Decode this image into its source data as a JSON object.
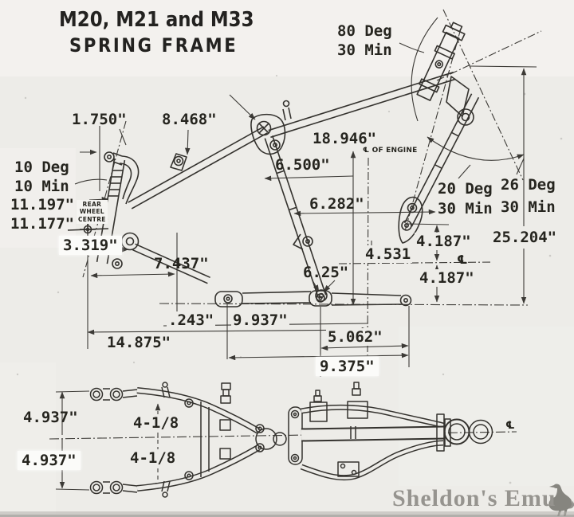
{
  "title": {
    "line1": "M20, M21 and M33",
    "line2": "SPRING FRAME"
  },
  "labels": {
    "head_angle_deg": "80 Deg",
    "head_angle_min": "30 Min",
    "d1750": "1.750\"",
    "d8468": "8.468\"",
    "d18946": "18.946\"",
    "engine_centreline": "℄ OF ENGINE",
    "d6500": "6.500\"",
    "rear_angle_deg": "10 Deg",
    "rear_angle_min": "10 Min",
    "d11197": "11.197\"",
    "d11177": "11.177\"",
    "rear_wheel_centre": "REAR\nWHEEL\nCENTRE",
    "d6282": "6.282\"",
    "angle20_deg": "20 Deg",
    "angle20_min": "30 Min",
    "angle26_deg": "26 Deg",
    "angle26_min": "30 Min",
    "d25204": "25.204\"",
    "d3319": "3.319\"",
    "d7437": "7.437\"",
    "d625": "6.25\"",
    "d4531": "4.531",
    "d4187_upper": "4.187\"",
    "centreline_symbol": "℄",
    "d4187_lower": "4.187\"",
    "d243": ".243\"",
    "d9937": "9.937\"",
    "d14875": "14.875\"",
    "d5062": "5.062\"",
    "d9375": "9.375\"",
    "plan_4937_upper": "4.937\"",
    "plan_418_upper": "4-1/8",
    "plan_4937_lower": "4.937\"",
    "plan_418_lower": "4-1/8",
    "plan_centreline_symbol": "℄"
  },
  "watermark": {
    "text": "Sheldon's Emu",
    "icon": "emu-silhouette"
  },
  "colors": {
    "paper": "#edece8",
    "ink": "#34322e",
    "dimension_lines": "#3c3a36",
    "watermark_text": "#96948f"
  }
}
